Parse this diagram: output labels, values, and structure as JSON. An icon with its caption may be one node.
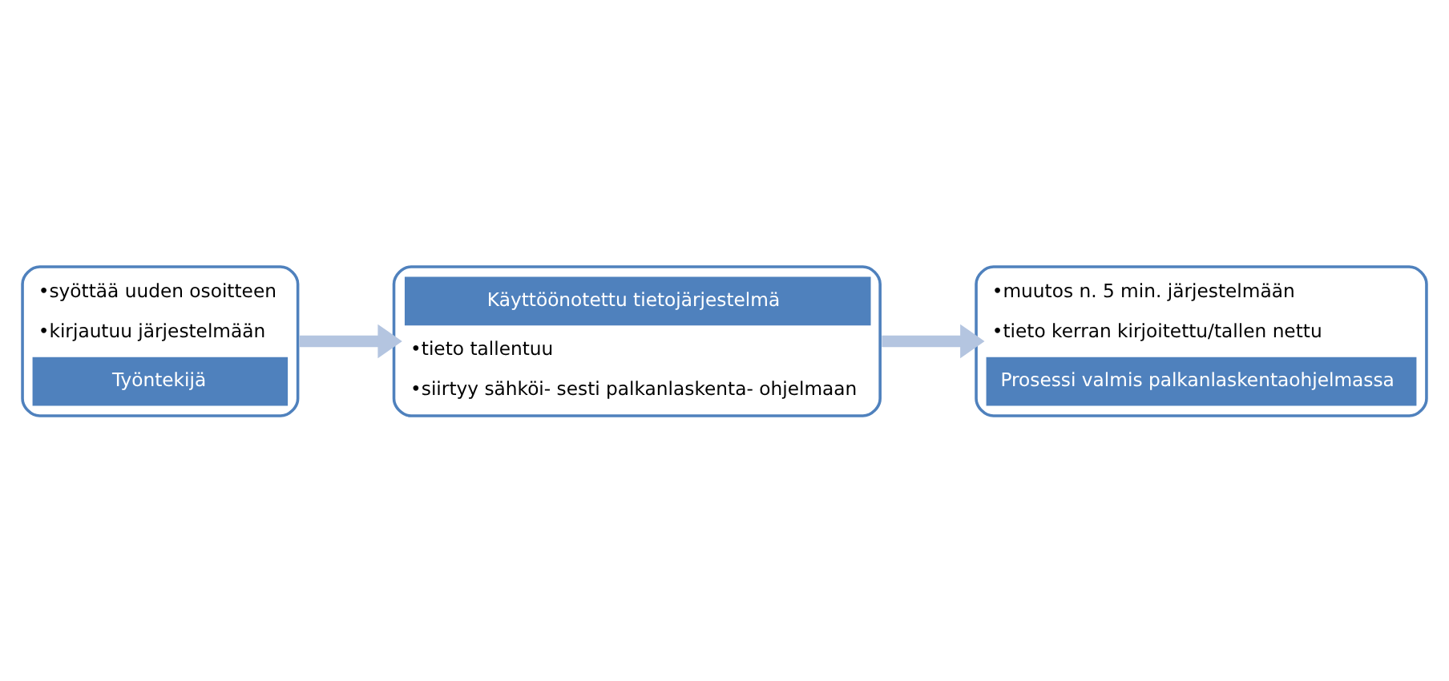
{
  "diagram": {
    "nodes": [
      {
        "text": [
          "•syöttää uuden osoitteen",
          "•kirjautuu järjestelmään",
          "Työntekijä"
        ]
      },
      {
        "text": [
          "Käyttöönotettu tietojärjestelmä",
          "•tieto tallentuu",
          "•siirtyy sähköi- sesti palkanlaskenta- ohjelmaan"
        ]
      },
      {
        "text": [
          "•muutos n. 5 min. järjestelmään",
          "•tieto kerran kirjoitettu/tallen nettu",
          "Prosessi valmis palkanlaskentaohjelmassa"
        ]
      }
    ],
    "edges": [
      {
        "from": 0,
        "to": 1,
        "arrow": "to"
      },
      {
        "from": 1,
        "to": 2,
        "arrow": "to"
      }
    ]
  }
}
